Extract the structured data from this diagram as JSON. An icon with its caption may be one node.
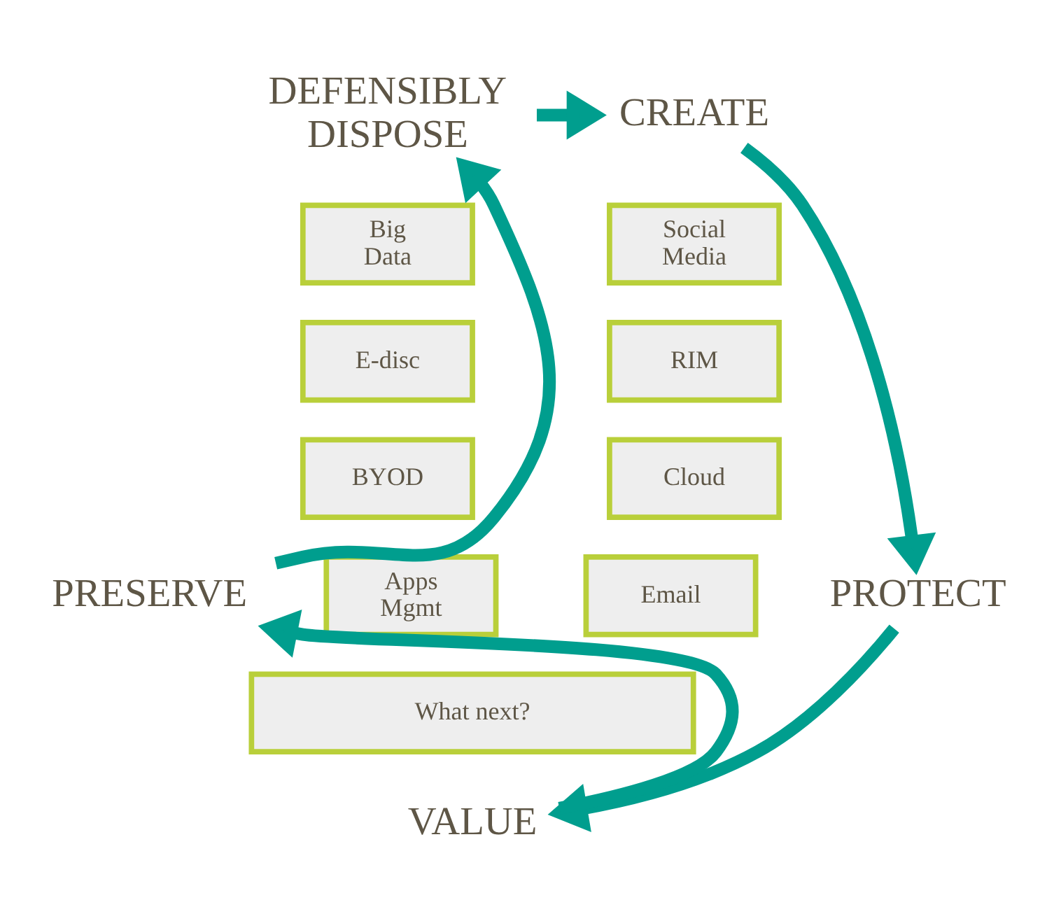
{
  "diagram": {
    "nodes": [
      {
        "text": [
          "DEFENSIBLY DISPOSE"
        ]
      },
      {
        "text": [
          "CREATE"
        ]
      },
      {
        "text": [
          "Big Data"
        ]
      },
      {
        "text": [
          "Social Media"
        ]
      },
      {
        "text": [
          "E-disc"
        ]
      },
      {
        "text": [
          "RIM"
        ]
      },
      {
        "text": [
          "BYOD"
        ]
      },
      {
        "text": [
          "Cloud"
        ]
      },
      {
        "text": [
          "Apps Mgmt"
        ]
      },
      {
        "text": [
          "Email"
        ]
      },
      {
        "text": [
          "What next?"
        ]
      },
      {
        "text": [
          "PRESERVE"
        ]
      },
      {
        "text": [
          "PROTECT"
        ]
      },
      {
        "text": [
          "VALUE"
        ]
      }
    ],
    "edges": [
      {
        "from": 0,
        "to": 1,
        "arrow": "to"
      },
      {
        "from": 1,
        "to": 12,
        "arrow": "to"
      },
      {
        "from": 12,
        "to": 13,
        "arrow": "to"
      },
      {
        "from": 13,
        "to": 11,
        "arrow": "to"
      },
      {
        "from": 11,
        "to": 0,
        "arrow": "to"
      }
    ]
  }
}
